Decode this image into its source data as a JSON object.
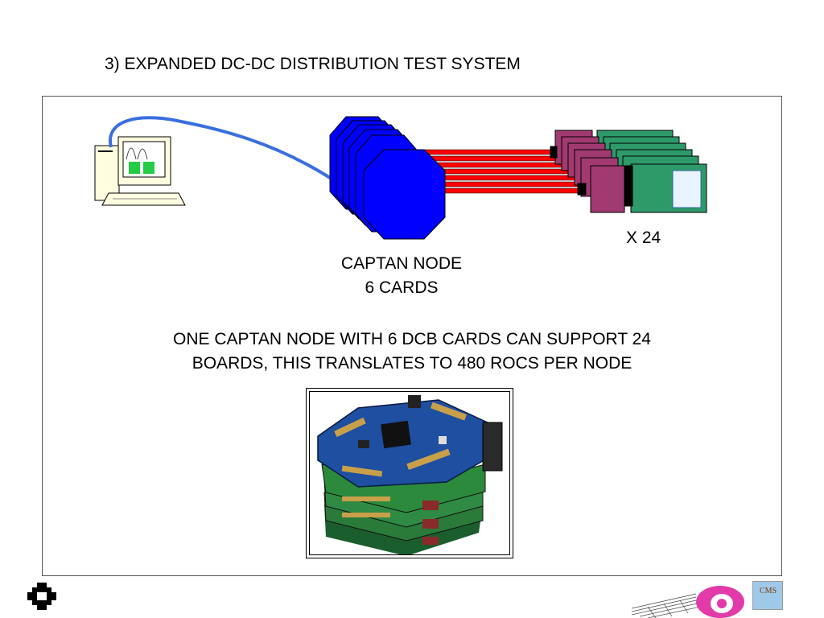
{
  "slide": {
    "title": "3) EXPANDED DC-DC DISTRIBUTION TEST SYSTEM"
  },
  "diagram": {
    "multiplier_label": "X 24",
    "node_label_line1": "CAPTAN NODE",
    "node_label_line2": "6 CARDS",
    "cable_color": "#3a6fe0",
    "node_color": "#0000ff",
    "link_color": "#ff0000",
    "board_color": "#2e9a6a",
    "connector_color": "#a03a70"
  },
  "description": {
    "line1": "ONE CAPTAN NODE WITH 6 DCB CARDS CAN SUPPORT 24",
    "line2": "BOARDS, THIS TRANSLATES TO  480 ROCS PER NODE"
  },
  "photo": {
    "icon": "captan-stack-photo"
  },
  "footer": {
    "left_logo_icon": "fermilab-logo",
    "right_logo_icon": "cms-logo",
    "right_logo_text": "CMS"
  }
}
